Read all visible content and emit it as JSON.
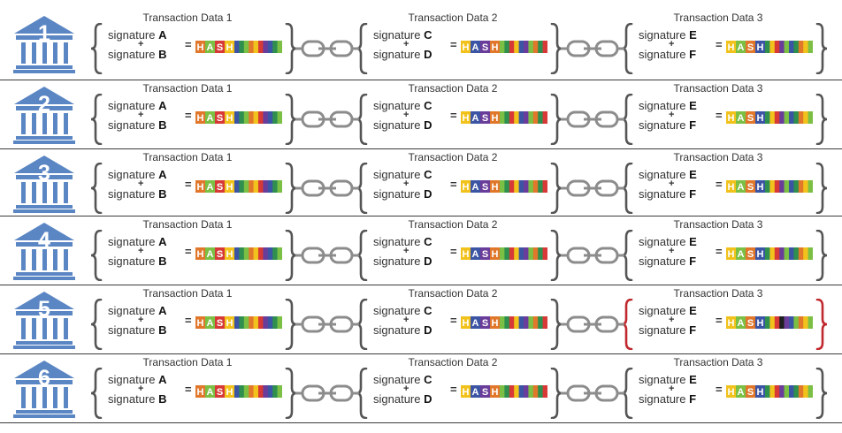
{
  "colors": {
    "bank_blue": "#5b86c4",
    "brace_normal": "#555555",
    "brace_tampered": "#c0282d",
    "chain_gray": "#8c8c8c",
    "divider": "#3a3a3a",
    "hash_palette": [
      "#e0772b",
      "#d73a36",
      "#3b55a4",
      "#7bbf44",
      "#f2c21c",
      "#2f8f4e",
      "#6a3d9a",
      "#1f1f1f"
    ]
  },
  "icons": {
    "bank": "bank-building-icon",
    "chain": "chain-link-icon",
    "brace": "curly-brace"
  },
  "hash_label": "HASH",
  "rows": [
    {
      "number": "1",
      "blocks": [
        {
          "title": "Transaction Data 1",
          "sig1": "A",
          "sig2": "B",
          "tampered": false,
          "hash": [
            0,
            3,
            1,
            4,
            2,
            5,
            3,
            0,
            4,
            1,
            6,
            2,
            5,
            3
          ]
        },
        {
          "title": "Transaction Data 2",
          "sig1": "C",
          "sig2": "D",
          "tampered": false,
          "hash": [
            4,
            2,
            6,
            0,
            3,
            5,
            1,
            4,
            2,
            6,
            3,
            0,
            5,
            1
          ]
        },
        {
          "title": "Transaction Data 3",
          "sig1": "E",
          "sig2": "F",
          "tampered": false,
          "hash": [
            4,
            3,
            0,
            2,
            5,
            4,
            1,
            6,
            3,
            2,
            5,
            0,
            4,
            3
          ]
        }
      ]
    },
    {
      "number": "2",
      "blocks": [
        {
          "title": "Transaction Data 1",
          "sig1": "A",
          "sig2": "B",
          "tampered": false,
          "hash": [
            0,
            3,
            1,
            4,
            2,
            5,
            3,
            0,
            4,
            1,
            6,
            2,
            5,
            3
          ]
        },
        {
          "title": "Transaction Data 2",
          "sig1": "C",
          "sig2": "D",
          "tampered": false,
          "hash": [
            4,
            2,
            6,
            0,
            3,
            5,
            1,
            4,
            2,
            6,
            3,
            0,
            5,
            1
          ]
        },
        {
          "title": "Transaction Data 3",
          "sig1": "E",
          "sig2": "F",
          "tampered": false,
          "hash": [
            4,
            3,
            0,
            2,
            5,
            4,
            1,
            6,
            3,
            2,
            5,
            0,
            4,
            3
          ]
        }
      ]
    },
    {
      "number": "3",
      "blocks": [
        {
          "title": "Transaction Data 1",
          "sig1": "A",
          "sig2": "B",
          "tampered": false,
          "hash": [
            0,
            3,
            1,
            4,
            2,
            5,
            3,
            0,
            4,
            1,
            6,
            2,
            5,
            3
          ]
        },
        {
          "title": "Transaction Data 2",
          "sig1": "C",
          "sig2": "D",
          "tampered": false,
          "hash": [
            4,
            2,
            6,
            0,
            3,
            5,
            1,
            4,
            2,
            6,
            3,
            0,
            5,
            1
          ]
        },
        {
          "title": "Transaction Data 3",
          "sig1": "E",
          "sig2": "F",
          "tampered": false,
          "hash": [
            4,
            3,
            0,
            2,
            5,
            4,
            1,
            6,
            3,
            2,
            5,
            0,
            4,
            3
          ]
        }
      ]
    },
    {
      "number": "4",
      "blocks": [
        {
          "title": "Transaction Data 1",
          "sig1": "A",
          "sig2": "B",
          "tampered": false,
          "hash": [
            0,
            3,
            1,
            4,
            2,
            5,
            3,
            0,
            4,
            1,
            6,
            2,
            5,
            3
          ]
        },
        {
          "title": "Transaction Data 2",
          "sig1": "C",
          "sig2": "D",
          "tampered": false,
          "hash": [
            4,
            2,
            6,
            0,
            3,
            5,
            1,
            4,
            2,
            6,
            3,
            0,
            5,
            1
          ]
        },
        {
          "title": "Transaction Data 3",
          "sig1": "E",
          "sig2": "F",
          "tampered": false,
          "hash": [
            4,
            3,
            0,
            2,
            5,
            4,
            1,
            6,
            3,
            2,
            5,
            0,
            4,
            3
          ]
        }
      ]
    },
    {
      "number": "5",
      "blocks": [
        {
          "title": "Transaction Data 1",
          "sig1": "A",
          "sig2": "B",
          "tampered": false,
          "hash": [
            0,
            3,
            1,
            4,
            2,
            5,
            3,
            0,
            4,
            1,
            6,
            2,
            5,
            3
          ]
        },
        {
          "title": "Transaction Data 2",
          "sig1": "C",
          "sig2": "D",
          "tampered": false,
          "hash": [
            4,
            2,
            6,
            0,
            3,
            5,
            1,
            4,
            2,
            6,
            3,
            0,
            5,
            1
          ]
        },
        {
          "title": "Transaction Data 3",
          "sig1": "E",
          "sig2": "F",
          "tampered": true,
          "hash": [
            4,
            3,
            0,
            2,
            5,
            4,
            1,
            7,
            6,
            2,
            3,
            0,
            4,
            3
          ]
        }
      ]
    },
    {
      "number": "6",
      "blocks": [
        {
          "title": "Transaction Data 1",
          "sig1": "A",
          "sig2": "B",
          "tampered": false,
          "hash": [
            0,
            3,
            1,
            4,
            2,
            5,
            3,
            0,
            4,
            1,
            6,
            2,
            5,
            3
          ]
        },
        {
          "title": "Transaction Data 2",
          "sig1": "C",
          "sig2": "D",
          "tampered": false,
          "hash": [
            4,
            2,
            6,
            0,
            3,
            5,
            1,
            4,
            2,
            6,
            3,
            0,
            5,
            1
          ]
        },
        {
          "title": "Transaction Data 3",
          "sig1": "E",
          "sig2": "F",
          "tampered": false,
          "hash": [
            4,
            3,
            0,
            2,
            5,
            4,
            1,
            6,
            3,
            2,
            5,
            0,
            4,
            3
          ]
        }
      ]
    }
  ],
  "signature_word": "signature",
  "plus_sign": "+",
  "equals_sign": "="
}
